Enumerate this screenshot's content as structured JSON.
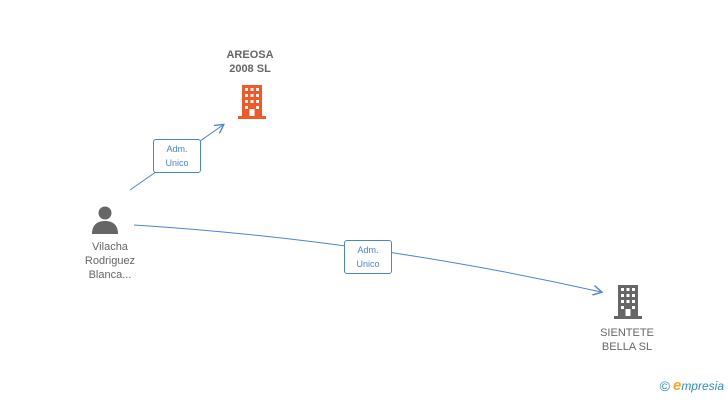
{
  "nodes": {
    "company_main": {
      "label": "AREOSA\n2008 SL",
      "icon": "building-icon",
      "color": "#f05a28"
    },
    "person": {
      "label": "Vilacha\nRodriguez\nBlanca...",
      "icon": "person-icon",
      "color": "#666666"
    },
    "company_2": {
      "label": "SIENTETE\nBELLA SL",
      "icon": "building-icon",
      "color": "#666666"
    }
  },
  "edges": [
    {
      "from": "person",
      "to": "company_main",
      "label": "Adm.\nUnico"
    },
    {
      "from": "person",
      "to": "company_2",
      "label": "Adm.\nUnico"
    }
  ],
  "footer": {
    "copyright": "©",
    "brand_initial": "e",
    "brand_rest": "mpresia"
  },
  "colors": {
    "edge": "#4a86cf",
    "accent": "#f05a28",
    "neutral": "#666666"
  }
}
